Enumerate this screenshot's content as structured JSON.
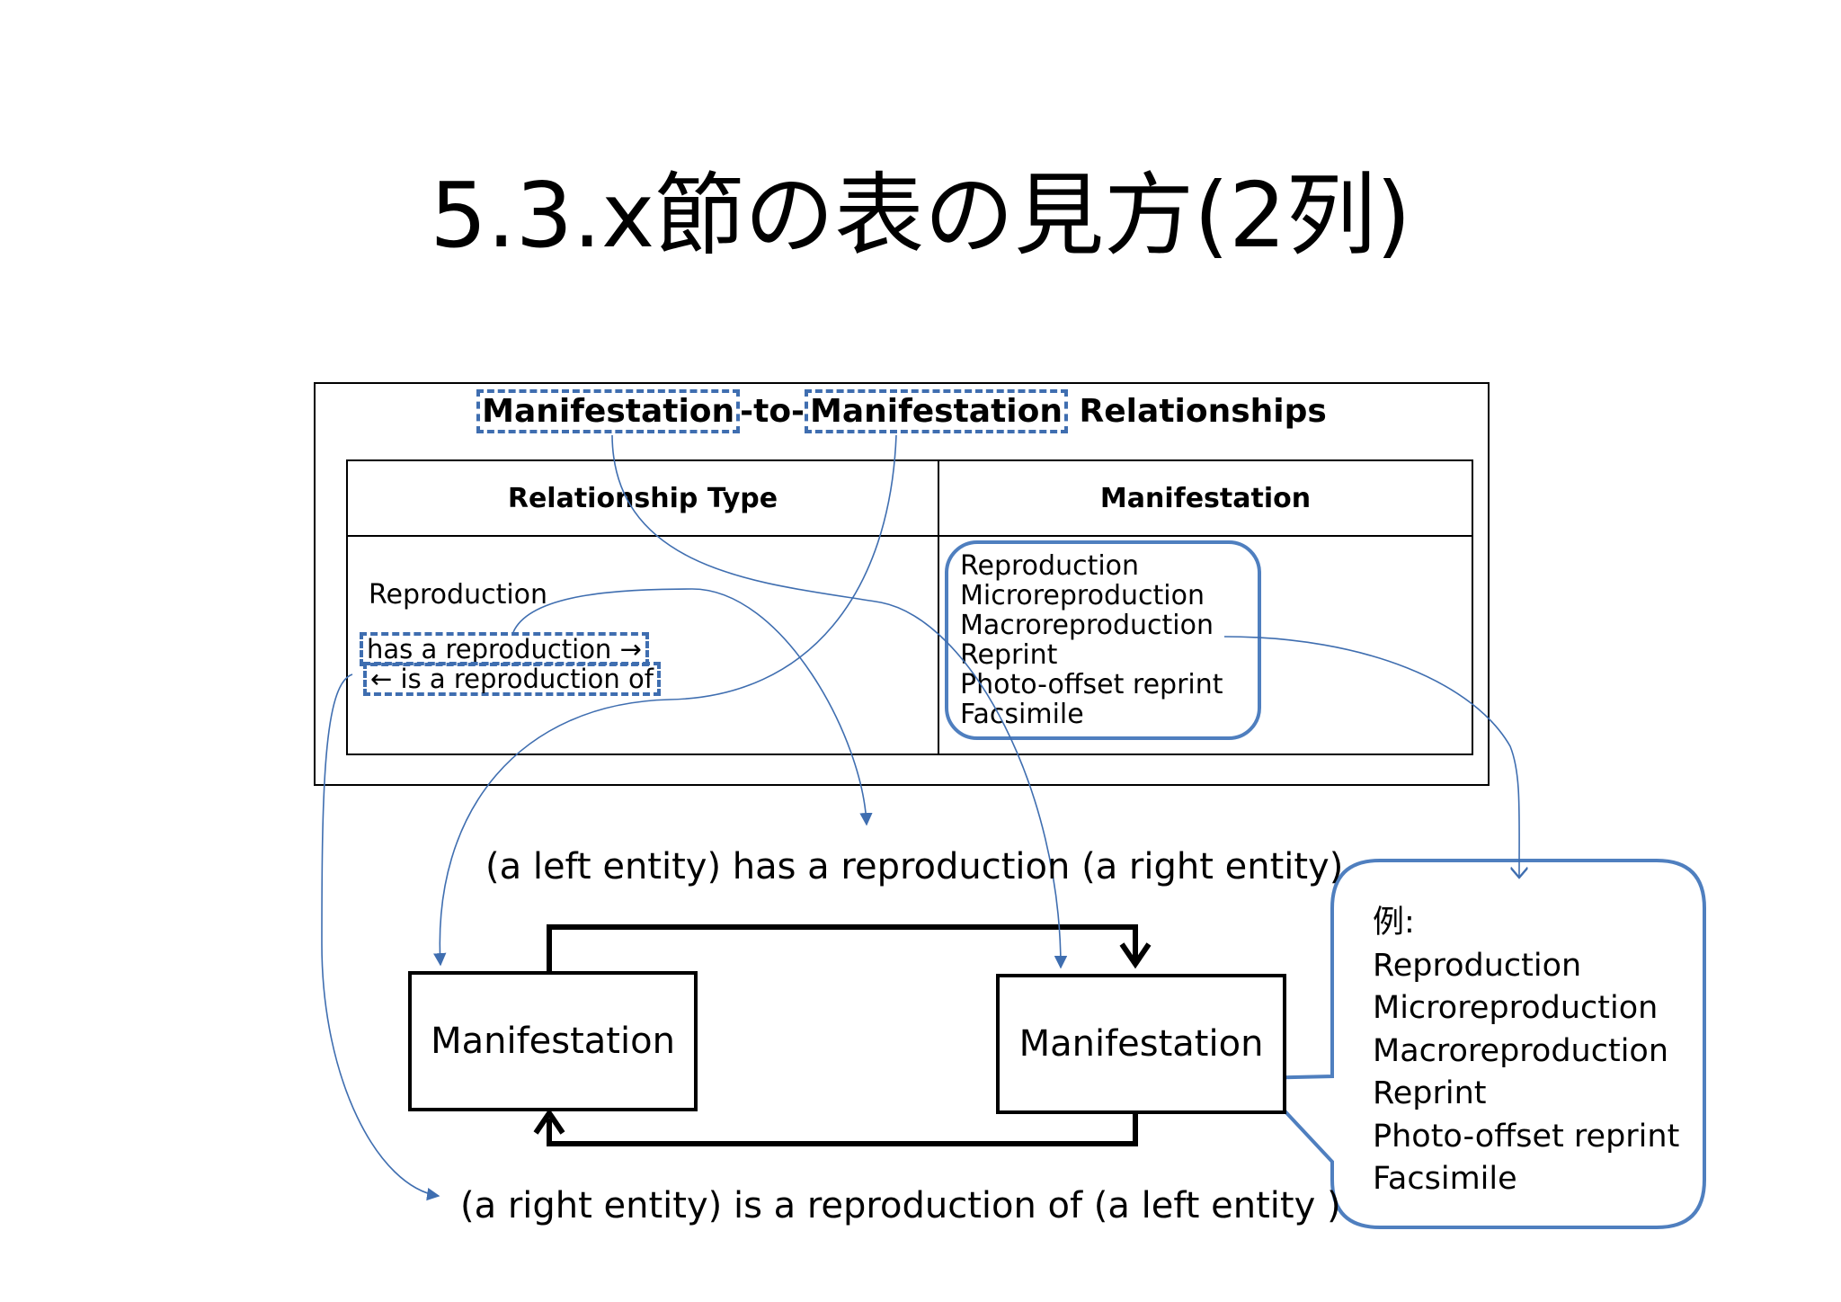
{
  "title": "5.3.x節の表の見方(2列)",
  "table": {
    "title_part1": "Manifestation",
    "title_part2": "-to-",
    "title_part3": "Manifestation",
    "title_part4": " Relationships",
    "col_headers": [
      "Relationship Type",
      "Manifestation"
    ],
    "left_cell": {
      "heading": "Reproduction",
      "forward": "has a reproduction →",
      "backward": "← is a reproduction of"
    },
    "right_cell_items": [
      "Reproduction",
      "Microreproduction",
      "Macroreproduction",
      "Reprint",
      "Photo-offset reprint",
      "Facsimile"
    ]
  },
  "diagram": {
    "top_label": "(a left entity) has a reproduction (a right entity)",
    "bottom_label": "(a right entity)  is a reproduction of (a left entity )",
    "left_entity": "Manifestation",
    "right_entity": "Manifestation"
  },
  "callout": {
    "heading": "例:",
    "items": [
      "Reproduction",
      "Microreproduction",
      "Macroreproduction",
      "Reprint",
      "Photo-offset reprint",
      "Facsimile"
    ]
  },
  "colors": {
    "annotation_blue": "#3f6eb0",
    "callout_border": "#4f7fbf"
  }
}
